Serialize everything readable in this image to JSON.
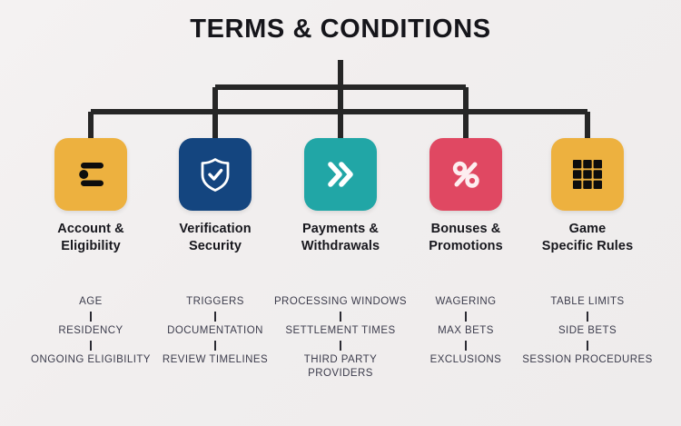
{
  "page": {
    "title": "TERMS & CONDITIONS",
    "background_color": "#f2f0f0",
    "line_color": "#262626",
    "title_color": "#15151a"
  },
  "columns": [
    {
      "id": "account-eligibility",
      "label": "Account &\nEligibility",
      "label_line1": "Account &",
      "label_line2": "Eligibility",
      "color": "#edb13f",
      "icon": "list-icon",
      "subitems": [
        {
          "text": "AGE"
        },
        {
          "text": "RESIDENCY"
        },
        {
          "text": "ONGOING ELIGIBILITY"
        }
      ]
    },
    {
      "id": "verification-security",
      "label": "Verification\nSecurity",
      "label_line1": "Verification",
      "label_line2": "Security",
      "color": "#14457f",
      "icon": "shield-check-icon",
      "subitems": [
        {
          "text": "TRIGGERS"
        },
        {
          "text": "DOCUMENTATION"
        },
        {
          "text": "REVIEW TIMELINES"
        }
      ]
    },
    {
      "id": "payments-withdrawals",
      "label": "Payments &\nWithdrawals",
      "label_line1": "Payments &",
      "label_line2": "Withdrawals",
      "color": "#21a6a6",
      "icon": "double-chevron-right-icon",
      "subitems": [
        {
          "text": "PROCESSING WINDOWS"
        },
        {
          "text": "SETTLEMENT TIMES"
        },
        {
          "text": "THIRD PARTY PROVIDERS"
        }
      ]
    },
    {
      "id": "bonuses-promotions",
      "label": "Bonuses &\nPromotions",
      "label_line1": "Bonuses &",
      "label_line2": "Promotions",
      "color": "#e04862",
      "icon": "percent-icon",
      "subitems": [
        {
          "text": "WAGERING"
        },
        {
          "text": "MAX BETS"
        },
        {
          "text": "EXCLUSIONS"
        }
      ]
    },
    {
      "id": "game-specific-rules",
      "label": "Game\nSpecific Rules",
      "label_line1": "Game",
      "label_line2": "Specific Rules",
      "color": "#edb13f",
      "icon": "grid-3x3-icon",
      "subitems": [
        {
          "text": "TABLE LIMITS"
        },
        {
          "text": "SIDE BETS"
        },
        {
          "text": "SESSION PROCEDURES"
        }
      ]
    }
  ]
}
